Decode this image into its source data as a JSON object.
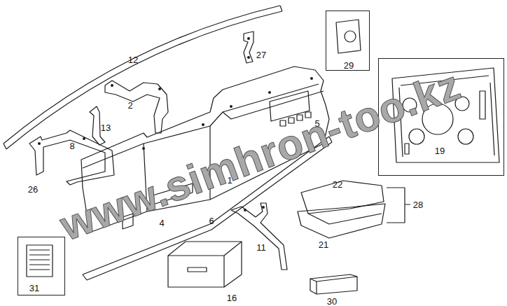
{
  "diagram": {
    "nodes": [
      {
        "text": [
          "29"
        ]
      },
      {
        "text": [
          "19"
        ]
      },
      {
        "text": [
          "31"
        ]
      }
    ],
    "labels": [
      "12",
      "27",
      "2",
      "13",
      "8",
      "26",
      "1",
      "5",
      "22",
      "28",
      "21",
      "6",
      "11",
      "4",
      "16",
      "30",
      "www.simhron-too.kz"
    ]
  }
}
